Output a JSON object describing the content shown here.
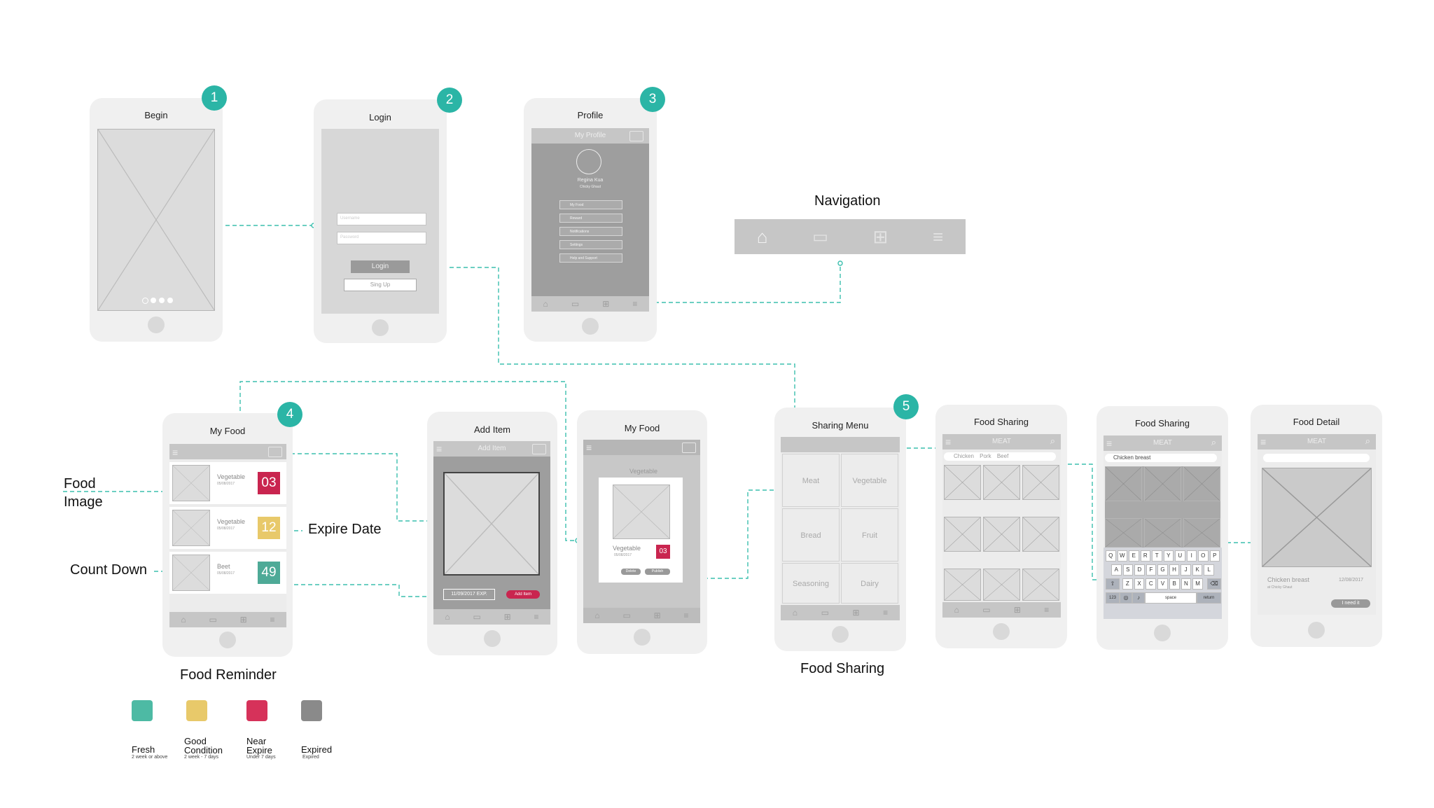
{
  "screens": {
    "begin": {
      "badge": "1",
      "title": "Begin"
    },
    "login": {
      "badge": "2",
      "title": "Login",
      "login_btn": "Login",
      "signup_btn": "Sing Up",
      "field1_placeholder": "Username",
      "field2_placeholder": "Password"
    },
    "profile": {
      "badge": "3",
      "title": "Profile",
      "bar": "My Profile",
      "user": "Regina Kua",
      "subuser": "Chicky Ghaut",
      "menu": [
        "My Food",
        "Reward",
        "Notifications",
        "Settings",
        "Help and Support"
      ]
    },
    "navigation": {
      "title": "Navigation"
    },
    "my_food": {
      "badge": "4",
      "title": "My Food",
      "items": [
        {
          "name": "Vegetable",
          "date": "05/08/2017",
          "count": "03",
          "color": "#c9254f"
        },
        {
          "name": "Vegetable",
          "date": "05/08/2017",
          "count": "12",
          "color": "#e8c96a"
        },
        {
          "name": "Beet",
          "date": "05/08/2017",
          "count": "49",
          "color": "#4eaa97"
        }
      ]
    },
    "add_item": {
      "title": "Add Item",
      "bar": "Add Item",
      "exp": "11/09/2017 EXP.",
      "add_btn": "Add Item"
    },
    "my_food_popup": {
      "title": "My Food",
      "item": "Vegetable",
      "date": "05/08/2017",
      "count": "03",
      "delete": "Delete",
      "publish": "Publish",
      "behind": "Vegetable"
    },
    "sharing_menu": {
      "badge": "5",
      "title": "Sharing Menu",
      "cells": [
        "Meat",
        "Vegetable",
        "Bread",
        "Fruit",
        "Seasoning",
        "Dairy"
      ]
    },
    "food_sharing_1": {
      "title": "Food Sharing",
      "bar": "MEAT",
      "chips": [
        "Chicken",
        "Pork",
        "Beef"
      ]
    },
    "food_sharing_2": {
      "title": "Food Sharing",
      "bar": "MEAT",
      "search": "Chicken breast",
      "keys_row1": [
        "Q",
        "W",
        "E",
        "R",
        "T",
        "Y",
        "U",
        "I",
        "O",
        "P"
      ],
      "keys_row2": [
        "A",
        "S",
        "D",
        "F",
        "G",
        "H",
        "J",
        "K",
        "L"
      ],
      "keys_row3": [
        "Z",
        "X",
        "C",
        "V",
        "B",
        "N",
        "M"
      ],
      "space": "space",
      "ret": "return",
      "num": "123"
    },
    "food_detail": {
      "title": "Food Detail",
      "bar": "MEAT",
      "item": "Chicken breast",
      "date": "12/08/2017",
      "by": "at Chicky Ghaut",
      "need": "I need it"
    }
  },
  "labels": {
    "food_image": "Food\nImage",
    "expire_date": "Expire Date",
    "count_down": "Count Down",
    "food_reminder": "Food Reminder",
    "food_sharing": "Food Sharing"
  },
  "legend": [
    {
      "name": "Fresh",
      "sub": "2 week or above",
      "color": "#4dbaa4"
    },
    {
      "name": "Good\nCondition",
      "sub": "2 week - 7 days",
      "color": "#e8c96a"
    },
    {
      "name": "Near\nExpire",
      "sub": "Under 7 days",
      "color": "#d6325a"
    },
    {
      "name": "Expired",
      "sub": "Expired",
      "color": "#8a8a8a"
    }
  ],
  "colors": {
    "accent": "#2bb5a6",
    "screen": "#d7d7d7",
    "phone": "#f0f0f0"
  }
}
